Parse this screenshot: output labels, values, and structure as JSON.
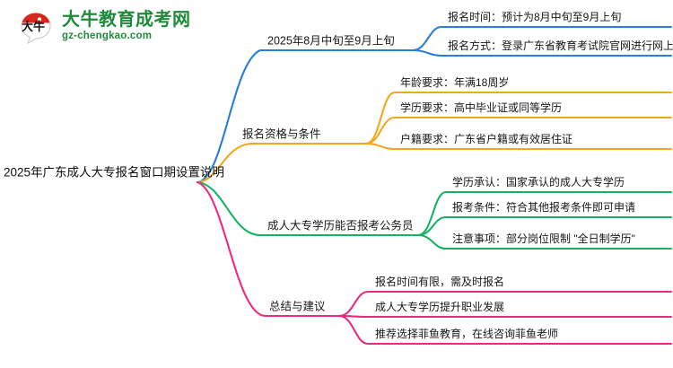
{
  "logo": {
    "mark_name": "daniu-speech-bubble-logo",
    "title": "大牛教育成考网",
    "domain": "gz-chengkao.com",
    "brand_color": "#1f8b3a",
    "mark_accent_color": "#d9261c"
  },
  "mindmap": {
    "root": {
      "label": "2025年广东成人大专报名窗口期设置说明"
    },
    "branches": [
      {
        "label": "2025年8月中旬至9月上旬",
        "color": "#2a7fd4",
        "children": [
          {
            "label": "报名时间：预计为8月中旬至9月上旬"
          },
          {
            "label": "报名方式：登录广东省教育考试院官网进行网上报名"
          }
        ]
      },
      {
        "label": "报名资格与条件",
        "color": "#f0a81e",
        "children": [
          {
            "label": "年龄要求：年满18周岁"
          },
          {
            "label": "学历要求：高中毕业证或同等学历"
          },
          {
            "label": "户籍要求：广东省户籍或有效居住证"
          }
        ]
      },
      {
        "label": "成人大专学历能否报考公务员",
        "color": "#16b364",
        "children": [
          {
            "label": "学历承认：国家承认的成人大专学历"
          },
          {
            "label": "报考条件：符合其他报考条件即可申请"
          },
          {
            "label": "注意事项：部分岗位限制 \"全日制学历\""
          }
        ]
      },
      {
        "label": "总结与建议",
        "color": "#ec2b7e",
        "children": [
          {
            "label": "报名时间有限，需及时报名"
          },
          {
            "label": "成人大专学历提升职业发展"
          },
          {
            "label": "推荐选择菲鱼教育，在线咨询菲鱼老师"
          }
        ]
      }
    ]
  }
}
